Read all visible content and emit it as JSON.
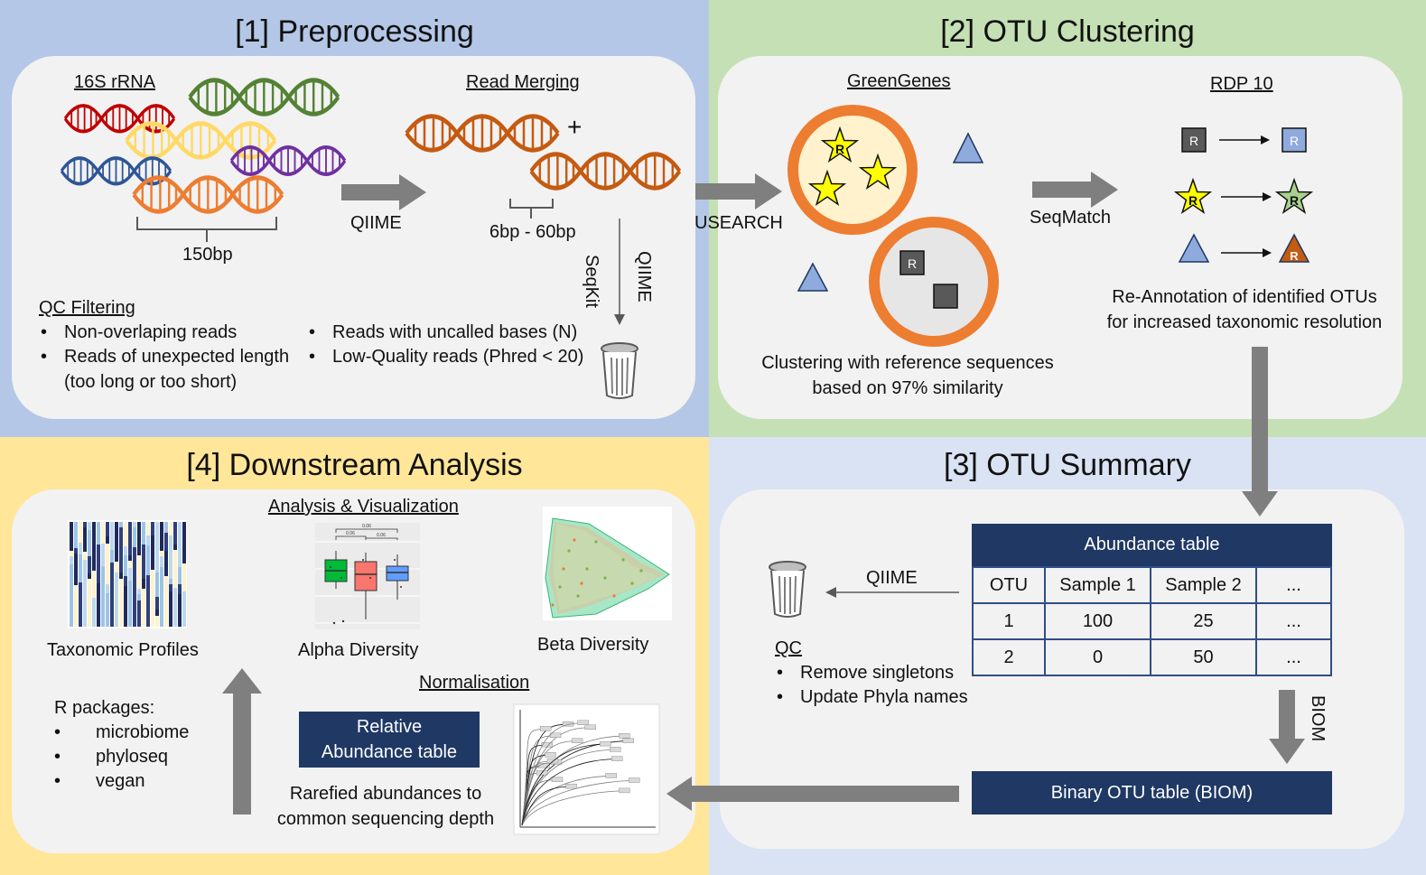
{
  "colors": {
    "q1_bg": "#b4c7e7",
    "q2_bg": "#c5e0b4",
    "q3_bg": "#dae3f3",
    "q4_bg": "#ffe699",
    "panel": "#f2f2f2",
    "arrow": "#7f7f7f",
    "navy": "#1f3864",
    "orange": "#ed7d31"
  },
  "q1": {
    "title": "[1] Preprocessing",
    "rrna_label": "16S rRNA",
    "merge_label": "Read Merging",
    "len_label": "150bp",
    "arrow1_label": "QIIME",
    "overlap_label": "6bp - 60bp",
    "side_label_1": "SeqKit",
    "side_label_2": "QIIME",
    "qc_title": "QC Filtering",
    "qc_left": [
      "Non-overlaping reads",
      "Reads of unexpected length"
    ],
    "qc_left_cont": "(too long or too short)",
    "qc_right": [
      "Reads with uncalled bases (N)",
      "Low-Quality reads (Phred < 20)"
    ],
    "icons": [
      "dna-helix-icon",
      "trash-bin-icon"
    ]
  },
  "q2": {
    "title": "[2] OTU Clustering",
    "gg_label": "GreenGenes",
    "rdp_label": "RDP 10",
    "usearch_label": "USEARCH",
    "seqmatch_label": "SeqMatch",
    "ref_letter": "R",
    "cluster_caption": [
      "Clustering with reference sequences",
      "based on 97% similarity"
    ],
    "reannot_caption": [
      "Re-Annotation of identified OTUs",
      "for increased taxonomic resolution"
    ],
    "icons": [
      "star-icon",
      "triangle-icon",
      "square-icon",
      "arrow-icon"
    ]
  },
  "q3": {
    "title": "[3] OTU Summary",
    "table_title": "Abundance table",
    "headers": [
      "OTU",
      "Sample 1",
      "Sample 2",
      "..."
    ],
    "rows": [
      [
        "1",
        "100",
        "25",
        "..."
      ],
      [
        "2",
        "0",
        "50",
        "..."
      ]
    ],
    "qiime_label": "QIIME",
    "qc_title": "QC",
    "qc_items": [
      "Remove singletons",
      "Update Phyla names"
    ],
    "biom_label": "BIOM",
    "binary_label": "Binary OTU table (BIOM)"
  },
  "q4": {
    "title": "[4] Downstream Analysis",
    "analysis_label": "Analysis & Visualization",
    "tax_label": "Taxonomic Profiles",
    "alpha_label": "Alpha Diversity",
    "beta_label": "Beta Diversity",
    "norm_label": "Normalisation",
    "rel_label_1": "Relative",
    "rel_label_2": "Abundance table",
    "rare_caption": [
      "Rarefied abundances to",
      "common sequencing depth"
    ],
    "r_title": "R packages:",
    "r_items": [
      "microbiome",
      "phyloseq",
      "vegan"
    ],
    "alpha_sig": [
      "0.06",
      "0.06",
      "0.06"
    ]
  }
}
